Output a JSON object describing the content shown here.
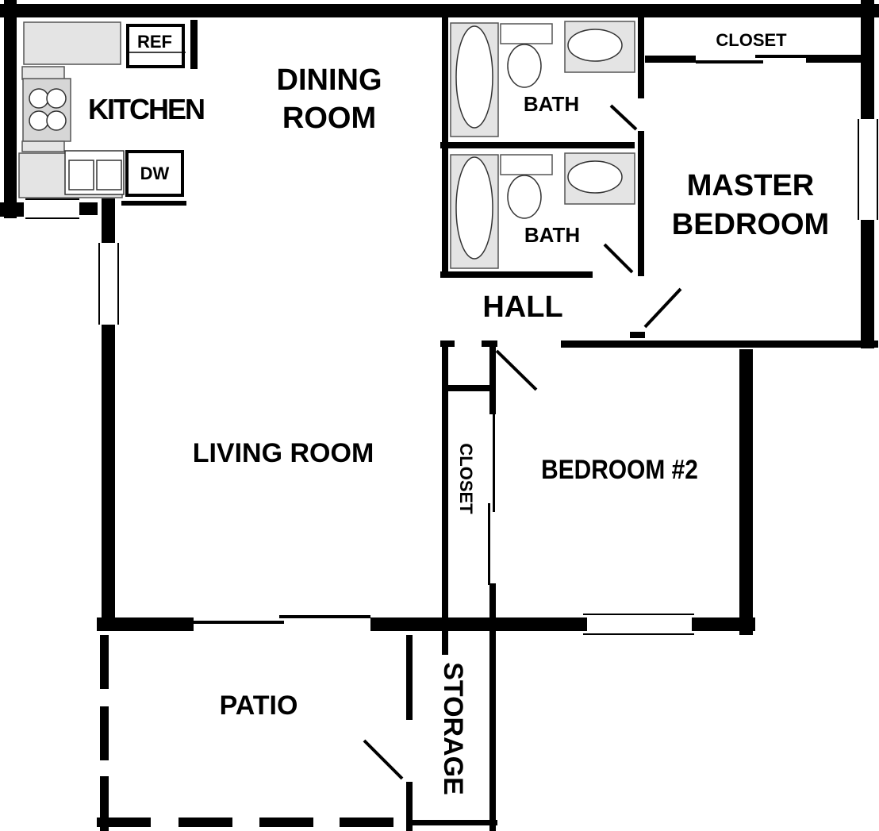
{
  "plan": {
    "colors": {
      "wall": "#000000",
      "fixture_fill": "#e4e4e4",
      "fixture_stroke": "#555555",
      "background": "#ffffff"
    },
    "rooms": {
      "kitchen": "KITCHEN",
      "dining_line1": "DINING",
      "dining_line2": "ROOM",
      "bath_upper": "BATH",
      "bath_lower": "BATH",
      "master_closet": "CLOSET",
      "master_line1": "MASTER",
      "master_line2": "BEDROOM",
      "hall": "HALL",
      "living": "LIVING ROOM",
      "closet_vertical": "CLOSET",
      "bedroom2": "BEDROOM #2",
      "patio": "PATIO",
      "storage": "STORAGE"
    },
    "appliances": {
      "refrigerator": "REF",
      "dishwasher": "DW"
    }
  }
}
